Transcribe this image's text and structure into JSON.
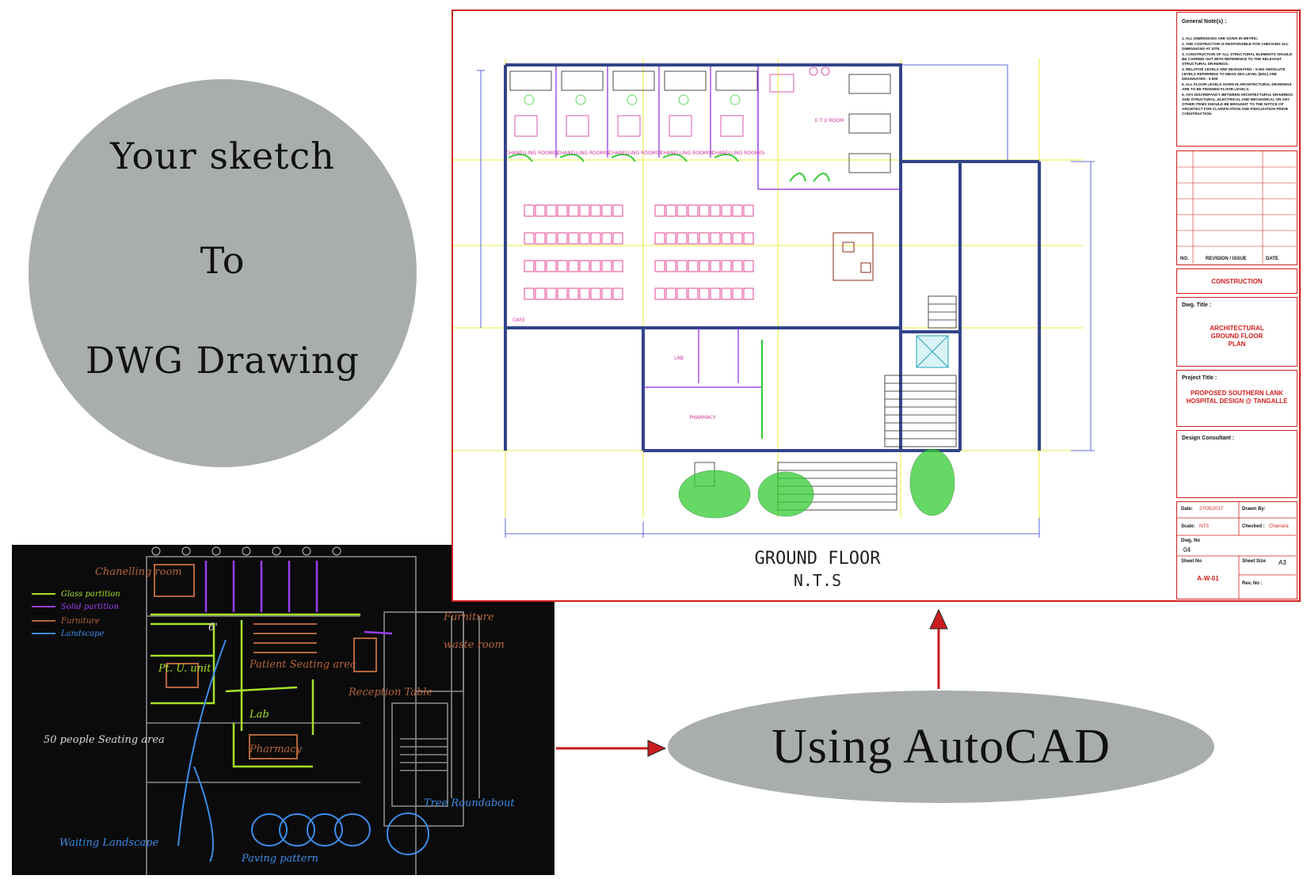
{
  "circle": {
    "line1": "Your sketch",
    "line2": "To",
    "line3": "DWG Drawing"
  },
  "oval": {
    "text": "Using AutoCAD"
  },
  "drawing": {
    "rooms": {
      "counselling": [
        "CHANELLING ROOM01",
        "CHANELLING ROOM02",
        "CHANELLING ROOM03",
        "CHANELLING ROOM04",
        "CHANELLING ROOM05"
      ],
      "etu": "E.T U ROOM",
      "cafe": "CAFE",
      "lab": "LAB",
      "pharmacy": "PHARMACY"
    },
    "plan_title": "GROUND FLOOR",
    "plan_scale": "N.T.S"
  },
  "title_block": {
    "general_notes_heading": "General Note(s) :",
    "general_notes": [
      "1. ALL DIMENSIONS ARE GIVEN IN METRIC.",
      "2. THE CONTRACTOR IS RESPONSIBLE FOR CHECKING ALL DIMENSIONS AT SITE.",
      "3. CONSTRUCTION OF ALL STRUCTURAL ELEMENTS SHOULD BE CARRIED OUT WITH REFERENCE TO THE RELEVANT STRUCTURAL DRAWINGS.",
      "4. RELATIVE LEVELS ARE DESIGNATED : 0.000 ABSOLUTE LEVELS REFERRING TO MEAN SEA LEVEL (MSL) ARE DESIGNATED : 0.000",
      "5. ALL FLOOR LEVELS GIVEN IN ARCHITECTURAL DRAWINGS ARE TO BE FINISHED FLOOR LEVELS.",
      "6. ANY DISCREPANCY BETWEEN ARCHITECTURAL DRAWINGS AND STRUCTURAL, ELECTRICAL AND MECHANICAL OR ANY OTHER ITEMS SHOULD BE BROUGHT TO THE NOTICE OF ARCHITECT FOR CLARIFICATION AND FINALIZATION PRIOR CONSTRUCTION."
    ],
    "rev_no": "NO.",
    "rev_issue": "REVISION / ISSUE",
    "rev_date": "DATE",
    "status": "CONSTRUCTION",
    "dwg_title_label": "Dwg. Title :",
    "dwg_title": [
      "ARCHITECTURAL",
      "GROUND FLOOR",
      "PLAN"
    ],
    "project_title_label": "Project Title :",
    "project_title": [
      "PROPOSED SOUTHERN LANK",
      "HOSPITAL DESIGN @ TANGALLE"
    ],
    "consultant_label": "Design Consultant :",
    "date_label": "Date:",
    "date_value": "27/05/2017",
    "drawn_label": "Drawn By:",
    "scale_label": "Scale:",
    "scale_value": "NTS",
    "checked_label": "Checked :",
    "checked_value": "Chamara",
    "dwg_no_label": "Dwg. No",
    "dwg_no_value": "04",
    "sheet_no_label": "Sheet No",
    "sheet_no_value": "A-W-01",
    "sheet_size_label": "Sheet Size",
    "sheet_size_value": "A3",
    "rev_label": "Rev. No :"
  },
  "sketch": {
    "legend": [
      "Glass partition",
      "Solid partition",
      "Furniture",
      "Landscape"
    ],
    "notes": [
      "Chanelling room",
      "6'",
      "Pt. U. unit",
      "Patient Seating area",
      "Reception Table",
      "Lab",
      "Pharmacy",
      "50 people Seating area",
      "Waiting Landscape",
      "Paving pattern",
      "Tree Roundabout",
      "waste room",
      "Furniture"
    ]
  }
}
